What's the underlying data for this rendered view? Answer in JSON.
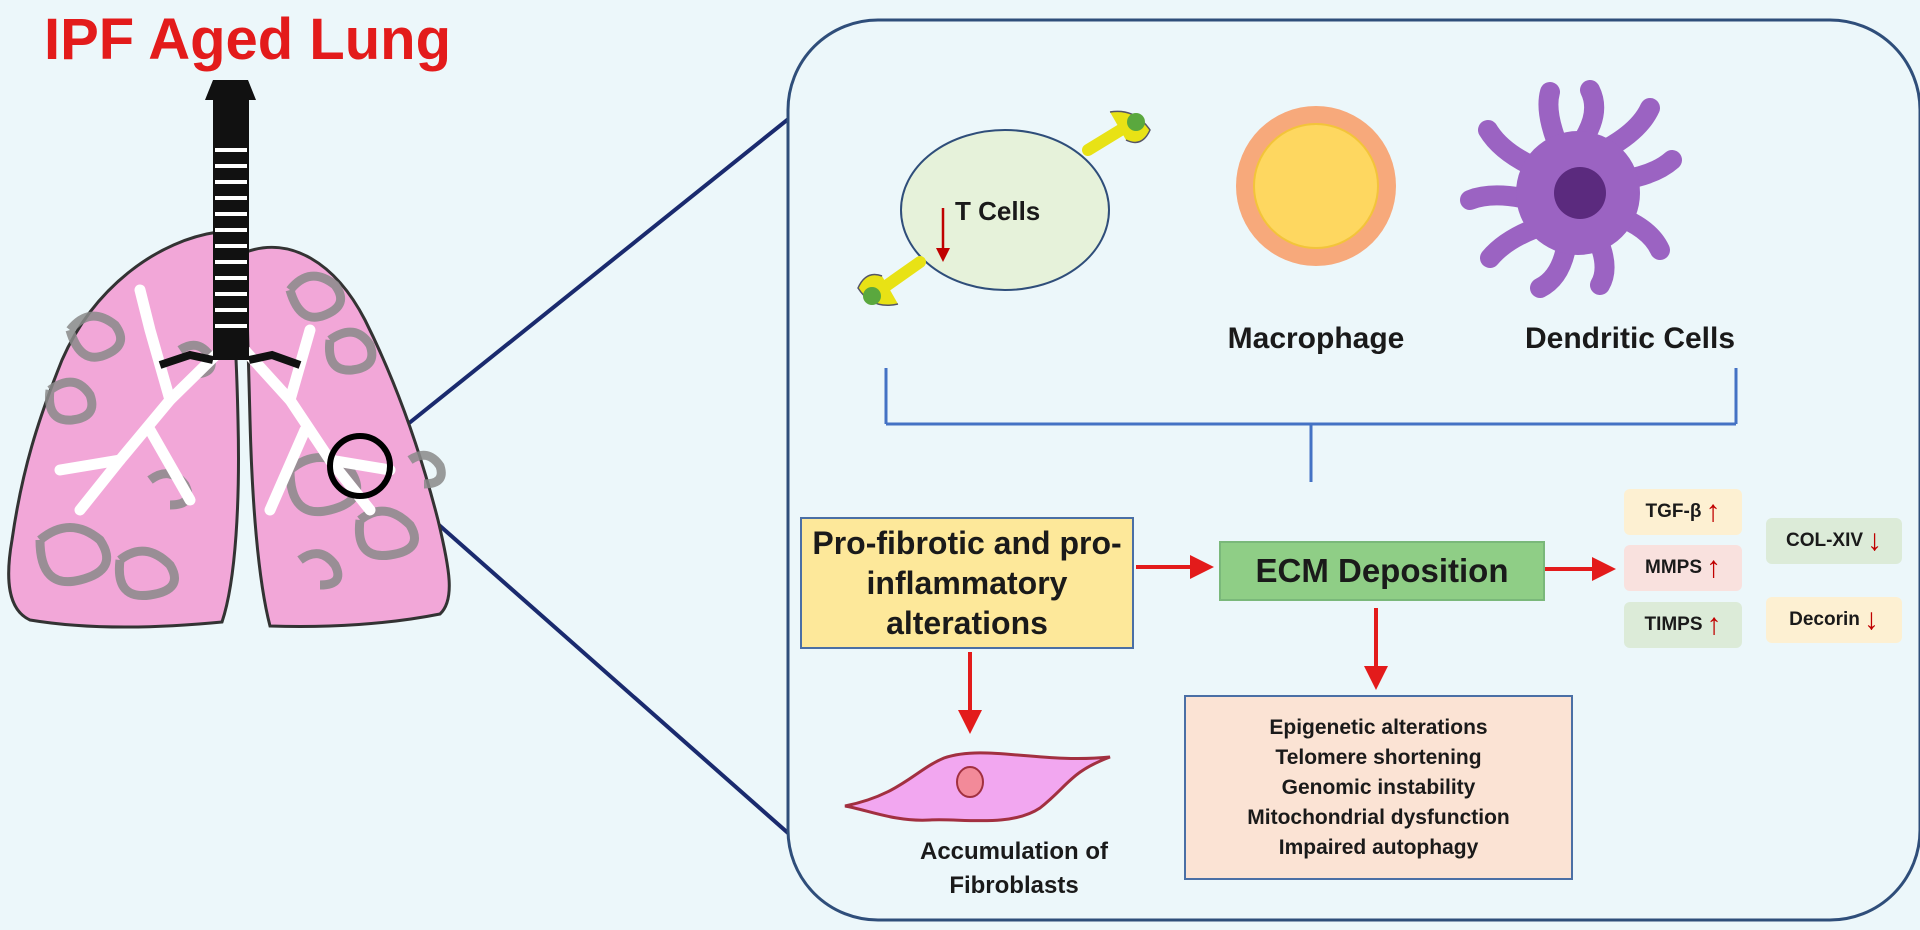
{
  "title": "IPF Aged Lung",
  "cells": {
    "t_cells": "T Cells",
    "macrophage": "Macrophage",
    "dendritic": "Dendritic Cells"
  },
  "boxes": {
    "profibrotic": "Pro-fibrotic and pro-inflammatory alterations",
    "ecm": "ECM Deposition",
    "fibroblasts": "Accumulation of Fibroblasts"
  },
  "mechanisms": [
    "Epigenetic alterations",
    "Telomere shortening",
    "Genomic instability",
    "Mitochondrial dysfunction",
    "Impaired autophagy"
  ],
  "markers_up": [
    {
      "label": "TGF-β",
      "color": "#fdf0d2"
    },
    {
      "label": "MMPS",
      "color": "#f9e1de"
    },
    {
      "label": "TIMPS",
      "color": "#dcebd8"
    }
  ],
  "markers_down": [
    {
      "label": "COL-XIV",
      "color": "#dcebd8"
    },
    {
      "label": "Decorin",
      "color": "#fdf0d2"
    }
  ],
  "arrow_up": "↑",
  "arrow_down": "↓",
  "colors": {
    "title": "#e31b1b",
    "lung": "#f2a7d8",
    "arrows": "#e31b1b",
    "connector": "#4472c4",
    "zoom_lines": "#1a2a6e"
  }
}
